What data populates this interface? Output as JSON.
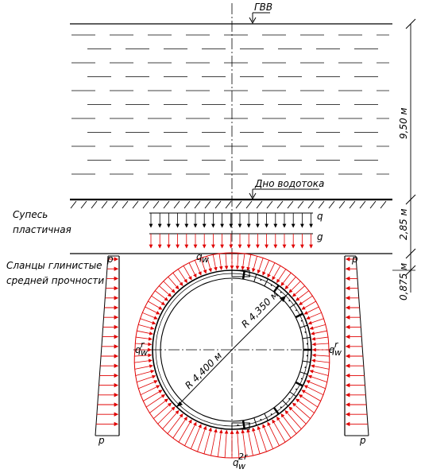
{
  "labels": {
    "gvv": "ГВВ",
    "bottom": "Дно водотока",
    "soil1_line1": "Супесь",
    "soil1_line2": "пластичная",
    "soil2_line1": "Сланцы глинистые",
    "soil2_line2": "средней прочности",
    "q": "q",
    "g": "g",
    "p_top_left": "p",
    "p_bottom_left": "p",
    "p_top_right": "p",
    "p_bottom_right": "p",
    "qw_top": "q",
    "qw_top_sub": "w",
    "qwr_left": "q",
    "qwr_left_sub": "w",
    "qwr_left_sup": "r",
    "qwr_right": "q",
    "qwr_right_sub": "w",
    "qwr_right_sup": "r",
    "qw2r_bottom": "q",
    "qw2r_bottom_sub": "w",
    "qw2r_bottom_sup": "2r",
    "radius_outer": "R 4,400 м",
    "radius_inner": "R 4,350 м"
  },
  "dimensions": {
    "water_depth": "9,50 м",
    "soil1_thickness": "2,85 м",
    "soil2_cover": "0,875 м"
  },
  "colors": {
    "load": "#e00000",
    "line": "#000000"
  }
}
